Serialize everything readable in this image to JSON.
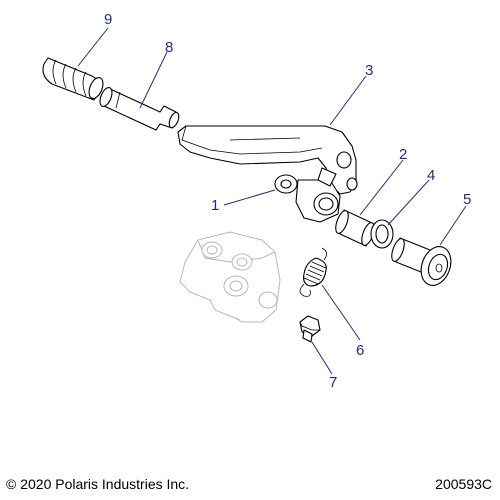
{
  "callouts": [
    "1",
    "2",
    "3",
    "4",
    "5",
    "6",
    "7",
    "8",
    "9"
  ],
  "footer": {
    "copyright": "© 2020 Polaris Industries Inc.",
    "figure_id": "200593C"
  }
}
